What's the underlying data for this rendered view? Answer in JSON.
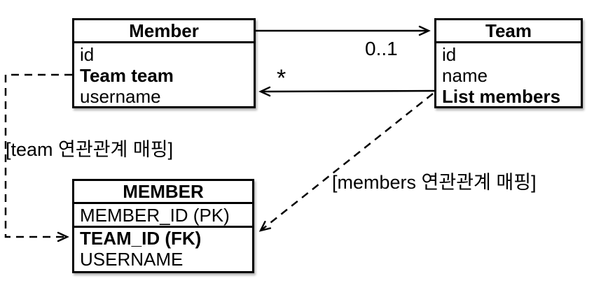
{
  "diagram": {
    "member_class": {
      "title": "Member",
      "fields": [
        "id",
        "Team team",
        "username"
      ]
    },
    "team_class": {
      "title": "Team",
      "fields": [
        "id",
        "name",
        "List members"
      ]
    },
    "member_table": {
      "title": "MEMBER",
      "primary_key": "MEMBER_ID (PK)",
      "fields": [
        "TEAM_ID (FK)",
        "USERNAME"
      ]
    },
    "relations": {
      "member_to_team_multiplicity": "0..1",
      "team_to_member_multiplicity": "*"
    },
    "annotations": {
      "team_mapping_label": "[team 연관관계 매핑]",
      "members_mapping_label": "[members 연관관계 매핑]"
    },
    "colors": {
      "line": "#000000",
      "background": "#ffffff"
    }
  }
}
